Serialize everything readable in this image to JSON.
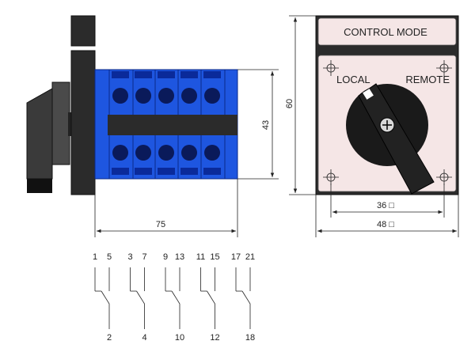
{
  "dimensions": {
    "side_width": "75",
    "side_height": "43",
    "front_height": "60",
    "front_mount": "36",
    "front_width": "48",
    "square_symbol": "□"
  },
  "front_panel": {
    "title": "CONTROL MODE",
    "left_position": "LOCAL",
    "right_position": "REMOTE"
  },
  "colors": {
    "module_blue": "#1e56e0",
    "body_dark": "#2b2b2b",
    "plate_pink": "#f5e6e6",
    "knob_black": "#1a1a1a"
  },
  "schematic": {
    "contacts": [
      {
        "top_a": "1",
        "top_b": "5",
        "bottom": "2"
      },
      {
        "top_a": "3",
        "top_b": "7",
        "bottom": "4"
      },
      {
        "top_a": "9",
        "top_b": "13",
        "bottom": "10"
      },
      {
        "top_a": "11",
        "top_b": "15",
        "bottom": "12"
      },
      {
        "top_a": "17",
        "top_b": "21",
        "bottom": "18"
      }
    ]
  }
}
